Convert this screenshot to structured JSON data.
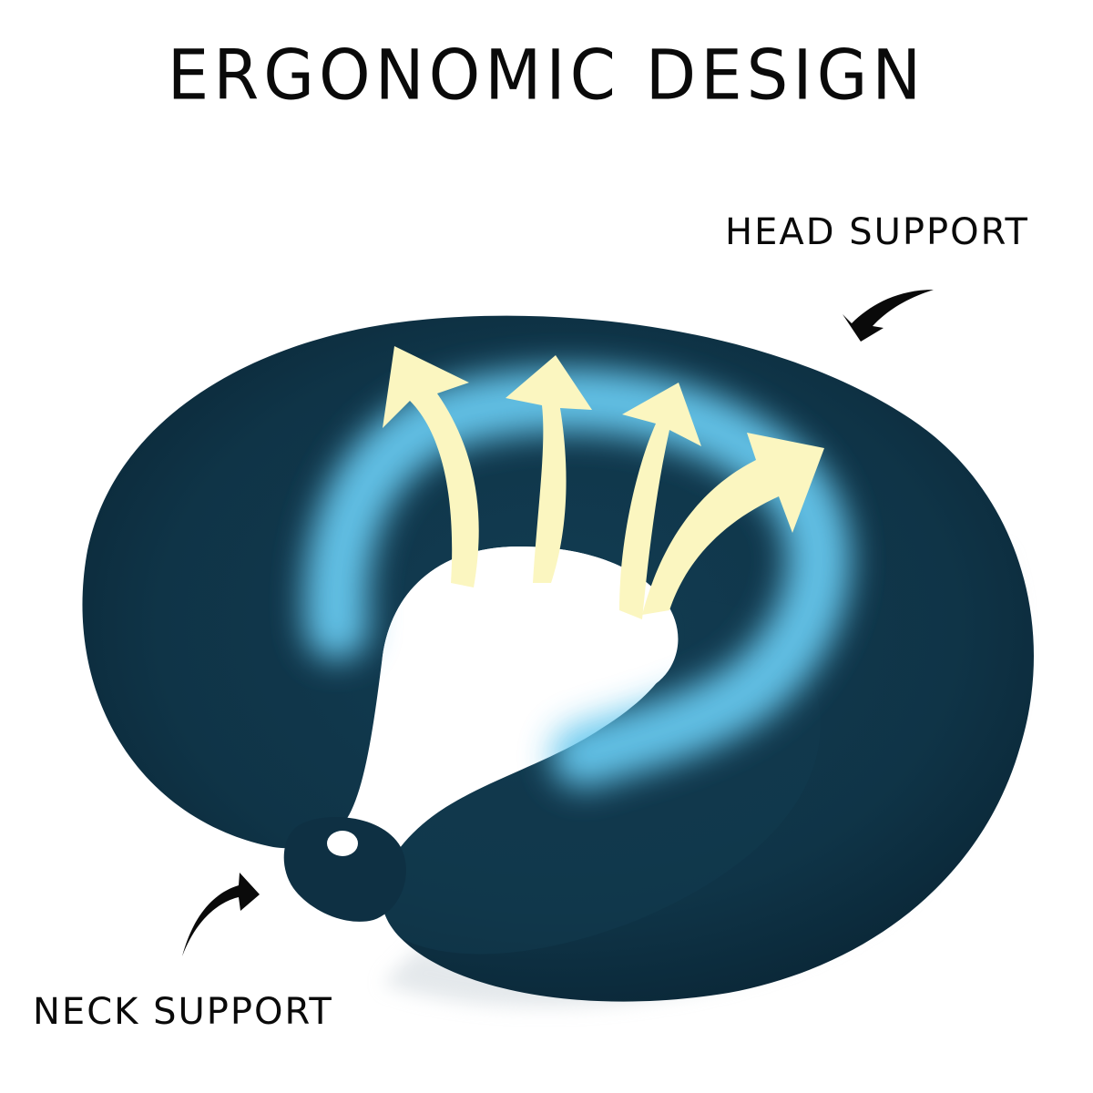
{
  "title": "ERGONOMIC DESIGN",
  "labels": {
    "head_support": "HEAD SUPPORT",
    "neck_support": "NECK SUPPORT"
  },
  "product": {
    "name": "u-shaped-neck-pillow",
    "color": "#0f3447",
    "highlight_color": "#66c8ee",
    "arrow_color": "#fbf6c0"
  },
  "icons": {
    "head_pointer": "curved-arrow-down-left",
    "neck_pointer": "curved-arrow-up-right",
    "airflow": "curved-arrow-up"
  }
}
